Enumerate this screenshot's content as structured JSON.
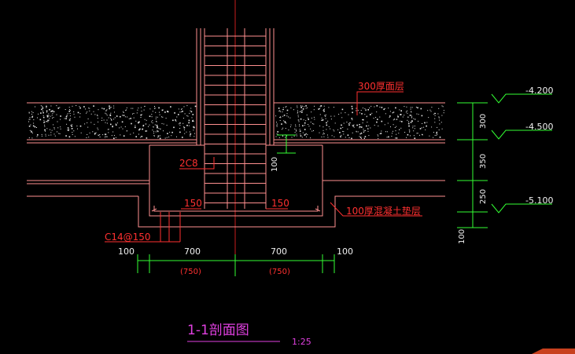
{
  "colors": {
    "background": "#000000",
    "outline": "#ff9090",
    "annotation_red": "#ff3030",
    "dimension_green": "#33ff33",
    "dimension_text": "#f0f0f0",
    "title_magenta": "#e040e0",
    "centerline": "#c81e1e"
  },
  "layer_labels": {
    "surface_layer": "300厚面层",
    "cushion_layer": "100厚混凝土垫层"
  },
  "rebar_labels": {
    "column_bars": "2C8",
    "bottom_bars": "C14@150",
    "hook_left": "150",
    "hook_right": "150"
  },
  "elevations": [
    "-4.200",
    "-4.500",
    "-5.100"
  ],
  "right_dimensions": [
    "300",
    "350",
    "250",
    "100"
  ],
  "inner_dimension": "100",
  "bottom_dimensions": {
    "top_row": [
      "100",
      "700",
      "700",
      "100"
    ],
    "bracket_row": [
      "(750)",
      "(750)"
    ]
  },
  "title": {
    "text": "1-1剖面图",
    "scale": "1:25"
  }
}
